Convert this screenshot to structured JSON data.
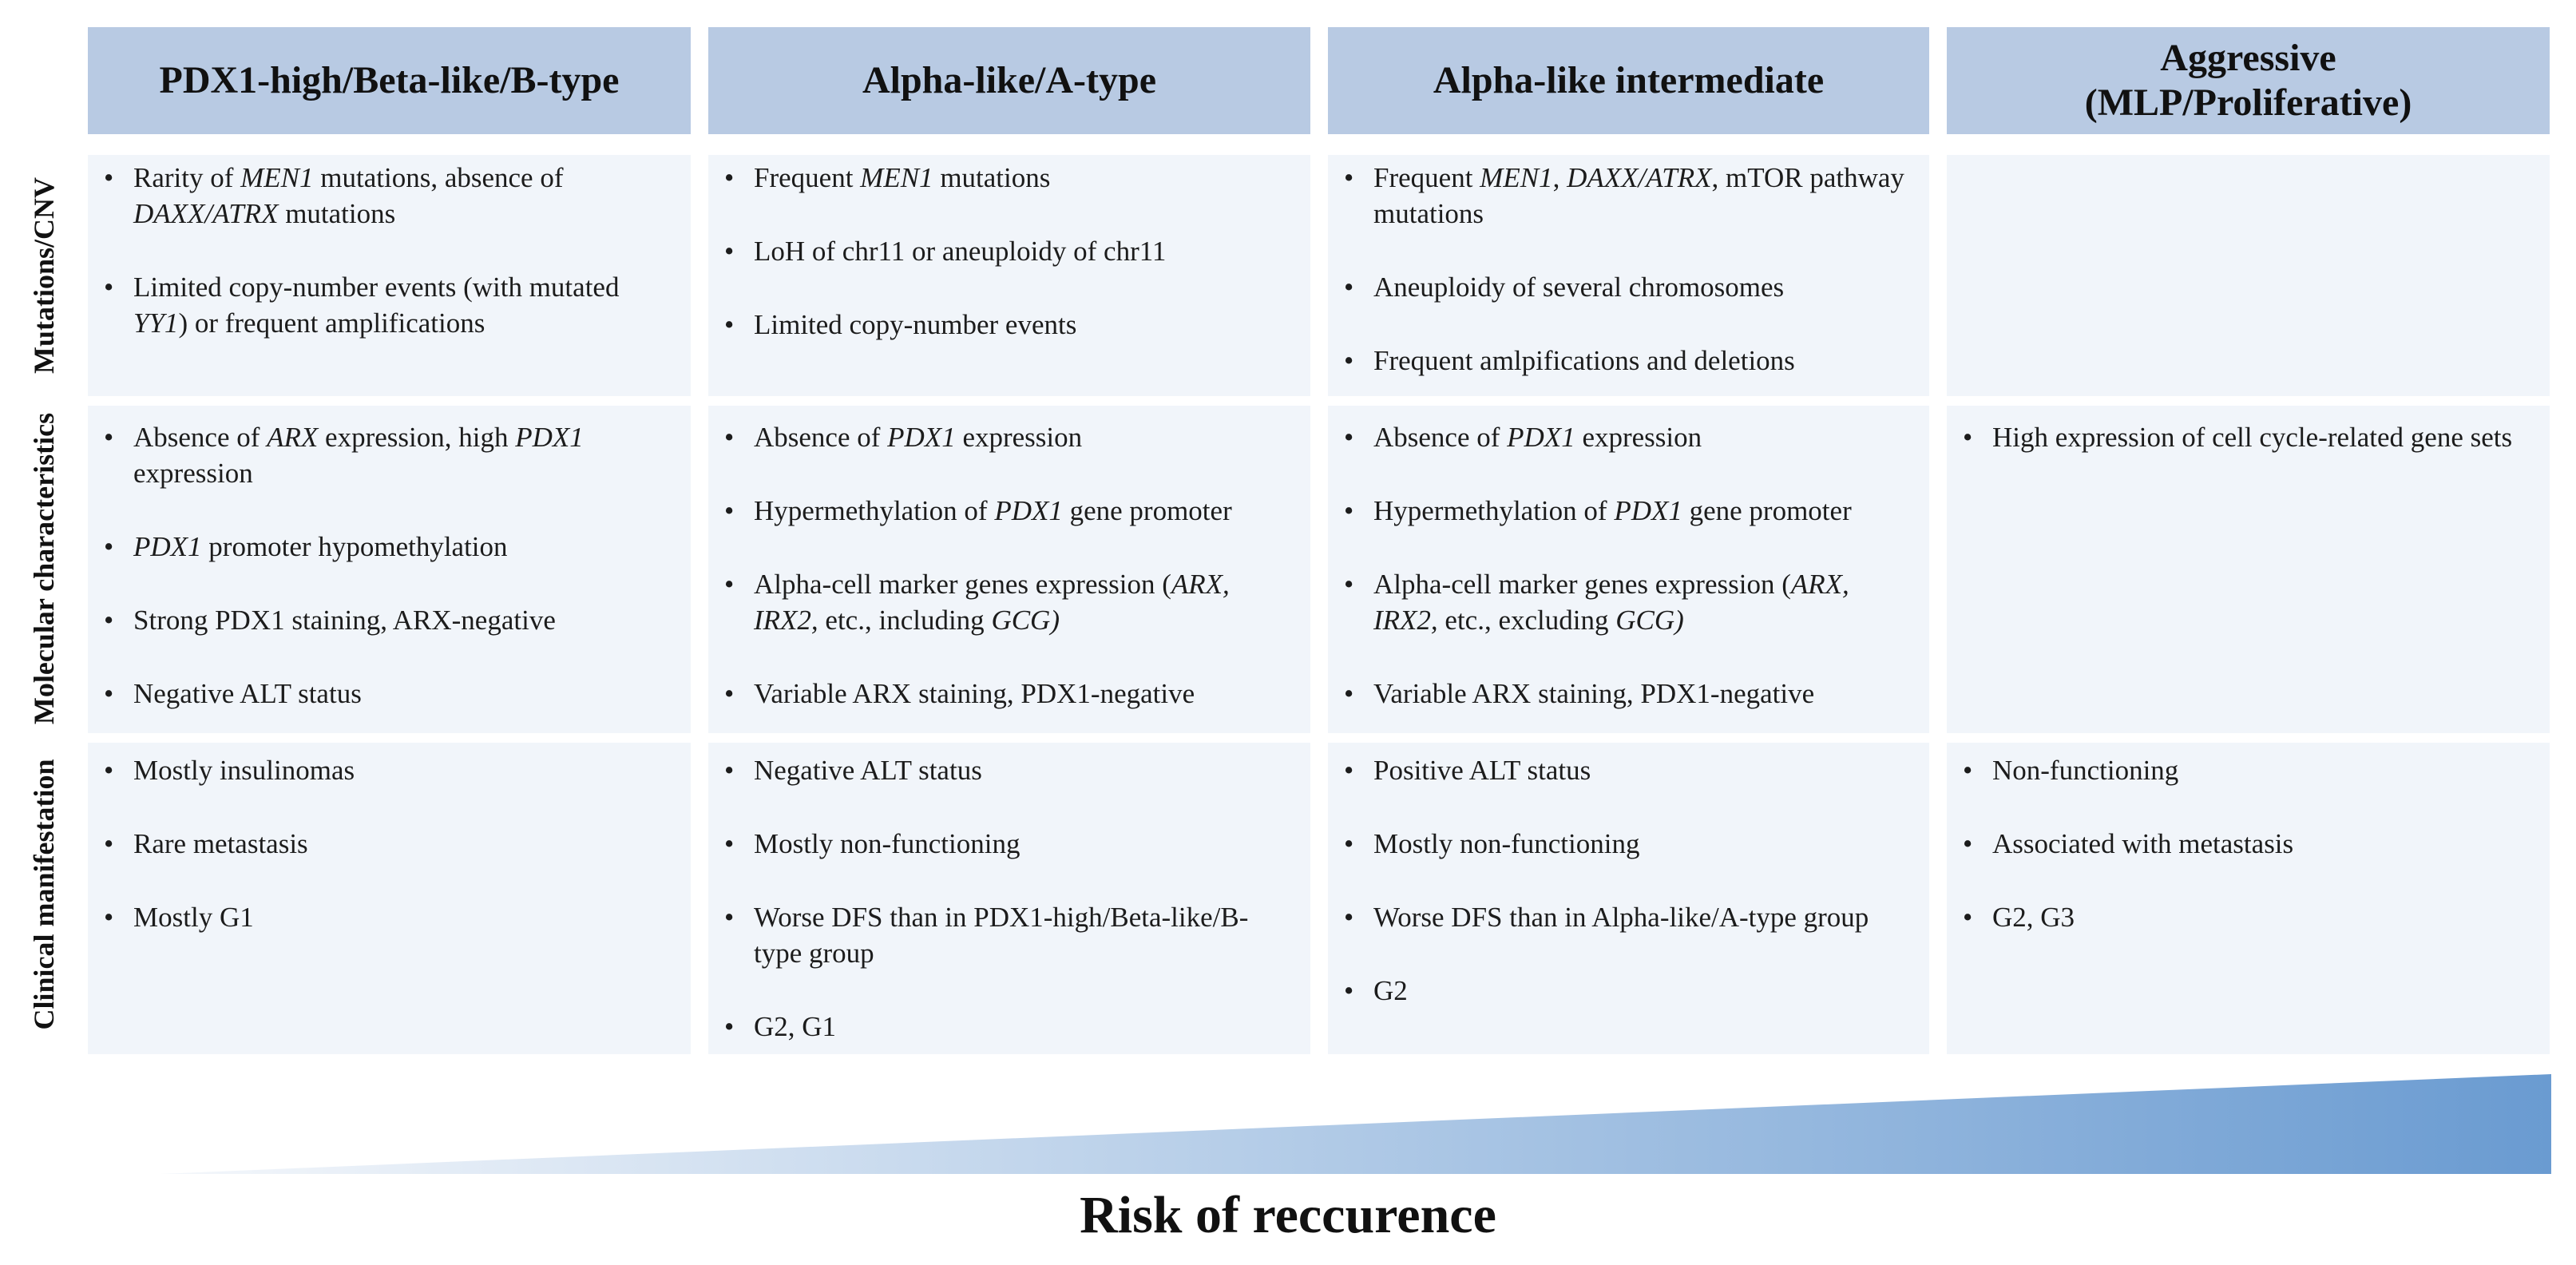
{
  "columns": [
    {
      "header": "PDX1-high/Beta-like/B-type"
    },
    {
      "header": "Alpha-like/A-type"
    },
    {
      "header": "Alpha-like intermediate"
    },
    {
      "header_line1": "Aggressive",
      "header_line2": "(MLP/Proliferative)"
    }
  ],
  "row_labels": [
    "Mutations/CNV",
    "Molecular characteristics",
    "Clinical manifestation"
  ],
  "cells": {
    "mutations": {
      "col1": [
        {
          "a": "Rarity of ",
          "b": "MEN1",
          "c": " mutations, absence of ",
          "d": "DAXX/ATRX",
          "e": " mutations"
        },
        {
          "a": "Limited copy-number events (with mutated ",
          "b": "YY1",
          "c": ") or frequent amplifications"
        }
      ],
      "col2": [
        {
          "a": "Frequent ",
          "b": "MEN1",
          "c": " mutations"
        },
        "LoH of chr11 or aneuploidy of chr11",
        "Limited copy-number events"
      ],
      "col3": [
        {
          "a": "Frequent ",
          "b": "MEN1",
          "c": ", ",
          "d": "DAXX/ATRX",
          "e": ", mTOR pathway mutations"
        },
        "Aneuploidy of several chromosomes",
        "Frequent amlpifications and deletions"
      ]
    },
    "molecular": {
      "col1": [
        {
          "a": "Absence of ",
          "b": "ARX",
          "c": " expression, high ",
          "d": "PDX1",
          "e": " expression"
        },
        {
          "b": "PDX1",
          "c": " promoter hypomethylation"
        },
        "Strong PDX1 staining, ARX-negative",
        "Negative ALT status"
      ],
      "col2": [
        {
          "a": "Absence of ",
          "b": "PDX1",
          "c": " expression"
        },
        {
          "a": "Hypermethylation of ",
          "b": "PDX1",
          "c": " gene promoter"
        },
        {
          "a": "Alpha-cell marker genes expression (",
          "b": "ARX, IRX2,",
          "c": " etc., including ",
          "d": "GCG)"
        },
        "Variable ARX staining, PDX1-negative"
      ],
      "col3": [
        {
          "a": "Absence of ",
          "b": "PDX1",
          "c": " expression"
        },
        {
          "a": "Hypermethylation of ",
          "b": "PDX1",
          "c": " gene promoter"
        },
        {
          "a": "Alpha-cell marker genes expression (",
          "b": "ARX, IRX2,",
          "c": " etc., excluding ",
          "d": "GCG)"
        },
        "Variable ARX staining, PDX1-negative"
      ],
      "col4": [
        "High expression of cell cycle-related gene sets"
      ]
    },
    "clinical": {
      "col1": [
        "Mostly insulinomas",
        "Rare metastasis",
        "Mostly G1"
      ],
      "col2": [
        "Negative ALT status",
        "Mostly non-functioning",
        "Worse DFS than in PDX1-high/Beta-like/B-type group",
        "G2, G1"
      ],
      "col3": [
        "Positive ALT status",
        "Mostly non-functioning",
        "Worse DFS than in Alpha-like/A-type group",
        "G2"
      ],
      "col4": [
        "Non-functioning",
        "Associated with metastasis",
        "G2, G3"
      ]
    }
  },
  "footer": {
    "title": "Risk of reccurence"
  },
  "colors": {
    "header_bg": "#b8cae3",
    "cell_bg": "#f1f5fa",
    "gradient_start": "#f4f7fb",
    "gradient_end": "#6a9bd1"
  }
}
